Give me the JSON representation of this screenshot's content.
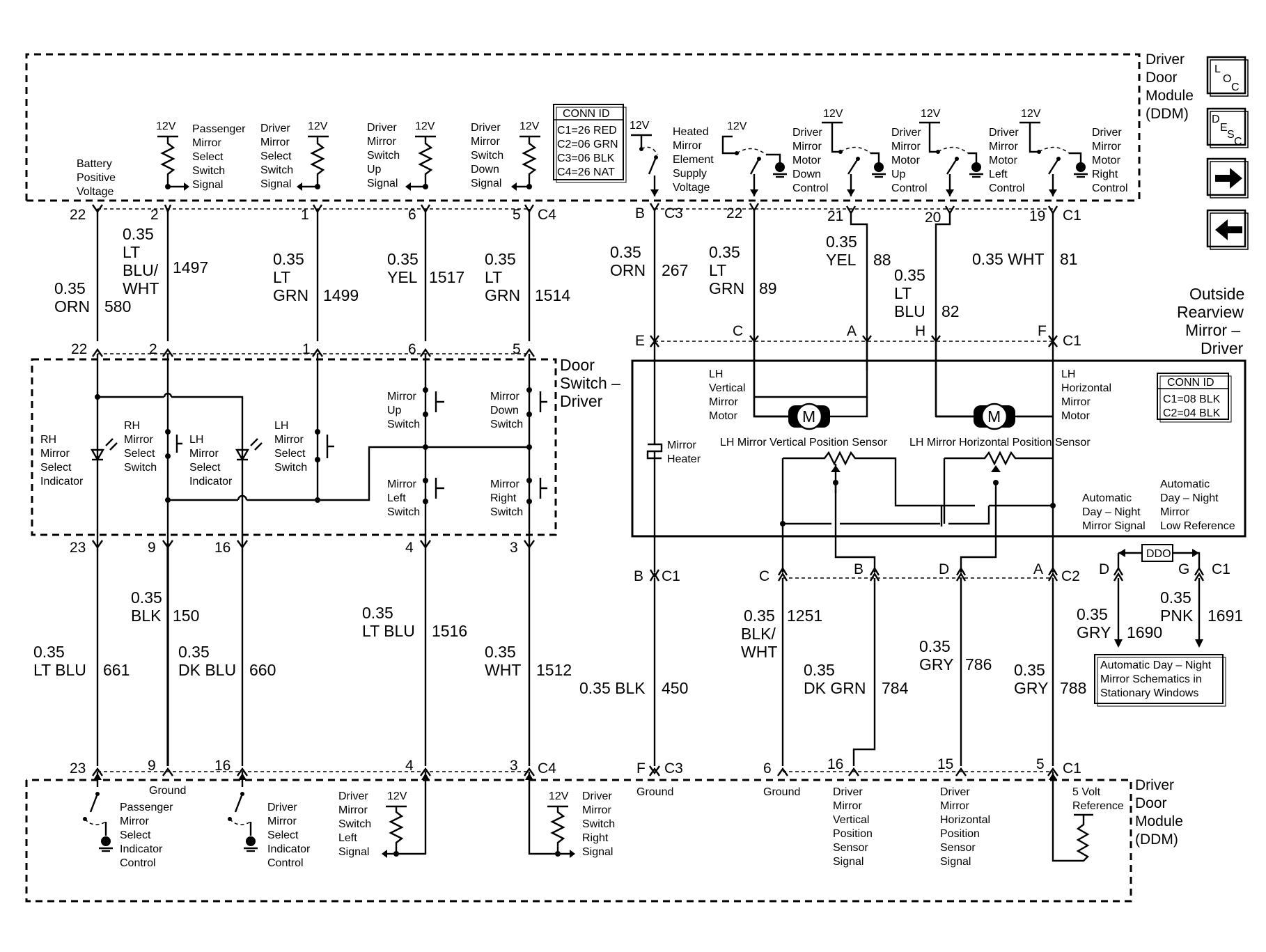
{
  "ddm_top": {
    "title": [
      "Driver",
      "Door",
      "Module",
      "(DDM)"
    ]
  },
  "ddm_bottom": {
    "title": [
      "Driver",
      "Door",
      "Module",
      "(DDM)"
    ]
  },
  "nav": {
    "loc": [
      "L",
      "O",
      "C"
    ],
    "desc": [
      "D",
      "E",
      "S",
      "C"
    ]
  },
  "conn_ddm": {
    "title": "CONN ID",
    "rows": [
      "C1=26 RED",
      "C2=06 GRN",
      "C3=06 BLK",
      "C4=26 NAT"
    ]
  },
  "conn_mirror": {
    "title": "CONN ID",
    "rows": [
      "C1=08 BLK",
      "C2=04 BLK"
    ]
  },
  "top_labels": {
    "battery": [
      "Battery",
      "Positive",
      "Voltage"
    ],
    "pass_select": [
      "Passenger",
      "Mirror",
      "Select",
      "Switch",
      "Signal"
    ],
    "drv_select": [
      "Driver",
      "Mirror",
      "Select",
      "Switch",
      "Signal"
    ],
    "switch_up": [
      "Driver",
      "Mirror",
      "Switch",
      "Up",
      "Signal"
    ],
    "switch_down": [
      "Driver",
      "Mirror",
      "Switch",
      "Down",
      "Signal"
    ],
    "heated": [
      "Heated",
      "Mirror",
      "Element",
      "Supply",
      "Voltage"
    ],
    "motor_down": [
      "Driver",
      "Mirror",
      "Motor",
      "Down",
      "Control"
    ],
    "motor_up": [
      "Driver",
      "Mirror",
      "Motor",
      "Up",
      "Control"
    ],
    "motor_left": [
      "Driver",
      "Mirror",
      "Motor",
      "Left",
      "Control"
    ],
    "motor_right": [
      "Driver",
      "Mirror",
      "Motor",
      "Right",
      "Control"
    ],
    "v12": "12V"
  },
  "top_pins": {
    "p22": "22",
    "p2": "2",
    "p1": "1",
    "p6": "6",
    "p5": "5",
    "c4": "C4",
    "pB": "B",
    "c3": "C3",
    "q22": "22",
    "q21": "21",
    "q20": "20",
    "q19": "19",
    "c1": "C1"
  },
  "wires_top": {
    "w580": [
      "0.35",
      "ORN",
      "580"
    ],
    "w1497": [
      "0.35",
      "LT",
      "BLU/",
      "WHT",
      "1497"
    ],
    "w1499": [
      "0.35",
      "LT",
      "GRN",
      "1499"
    ],
    "w1517": [
      "0.35",
      "YEL",
      "1517"
    ],
    "w1514": [
      "0.35",
      "LT",
      "GRN",
      "1514"
    ],
    "w267": [
      "0.35",
      "ORN",
      "267"
    ],
    "w89": [
      "0.35",
      "LT",
      "GRN",
      "89"
    ],
    "w88": [
      "0.35",
      "YEL",
      "88"
    ],
    "w82": [
      "0.35",
      "LT",
      "BLU",
      "82"
    ],
    "w81": [
      "0.35 WHT",
      "81"
    ]
  },
  "door_switch": {
    "title": [
      "Door",
      "Switch –",
      "Driver"
    ],
    "pins_top": [
      "22",
      "2",
      "1",
      "6",
      "5"
    ],
    "pins_bottom": [
      "23",
      "9",
      "16",
      "4",
      "3"
    ],
    "rh_indicator": [
      "RH",
      "Mirror",
      "Select",
      "Indicator"
    ],
    "rh_select": [
      "RH",
      "Mirror",
      "Select",
      "Switch"
    ],
    "lh_indicator": [
      "LH",
      "Mirror",
      "Select",
      "Indicator"
    ],
    "lh_select": [
      "LH",
      "Mirror",
      "Select",
      "Switch"
    ],
    "up": [
      "Mirror",
      "Up",
      "Switch"
    ],
    "down": [
      "Mirror",
      "Down",
      "Switch"
    ],
    "left": [
      "Mirror",
      "Left",
      "Switch"
    ],
    "right": [
      "Mirror",
      "Right",
      "Switch"
    ]
  },
  "mirror": {
    "title": [
      "Outside",
      "Rearview",
      "Mirror –",
      "Driver"
    ],
    "pins_top": [
      "E",
      "C",
      "A",
      "H",
      "F",
      "C1"
    ],
    "v_motor": [
      "LH",
      "Vertical",
      "Mirror",
      "Motor"
    ],
    "h_motor": [
      "LH",
      "Horizontal",
      "Mirror",
      "Motor"
    ],
    "motor_symbol": "M",
    "v_sensor": "LH Mirror Vertical Position Sensor",
    "h_sensor": "LH Mirror Horizontal Position Sensor",
    "heater": [
      "Mirror",
      "Heater"
    ],
    "auto_signal": [
      "Automatic",
      "Day – Night",
      "Mirror Signal"
    ],
    "auto_low": [
      "Automatic",
      "Day – Night",
      "Mirror",
      "Low Reference"
    ],
    "pins_bottom": {
      "b": "B",
      "c1": "C1",
      "c": "C",
      "bb": "B",
      "d": "D",
      "a": "A",
      "c2": "C2",
      "d2": "D",
      "g": "G",
      "c1b": "C1"
    },
    "ddo": "DDO"
  },
  "wires_bottom": {
    "w661": [
      "0.35",
      "LT BLU",
      "661"
    ],
    "w150": [
      "0.35",
      "BLK",
      "150"
    ],
    "w660": [
      "0.35",
      "DK BLU",
      "660"
    ],
    "w1516": [
      "0.35",
      "LT BLU",
      "1516"
    ],
    "w1512": [
      "0.35",
      "WHT",
      "1512"
    ],
    "w450": [
      "0.35 BLK",
      "450"
    ],
    "w1251": [
      "0.35",
      "BLK/",
      "WHT",
      "1251"
    ],
    "w784": [
      "0.35",
      "DK GRN",
      "784"
    ],
    "w786": [
      "0.35",
      "GRY",
      "786"
    ],
    "w788": [
      "0.35",
      "GRY",
      "788"
    ],
    "w1690": [
      "0.35",
      "GRY",
      "1690"
    ],
    "w1691": [
      "0.35",
      "PNK",
      "1691"
    ]
  },
  "auto_box": [
    "Automatic Day – Night",
    "Mirror Schematics in",
    "Stationary Windows"
  ],
  "bottom_pins": {
    "p23": "23",
    "p9": "9",
    "p16": "16",
    "p4": "4",
    "p3": "3",
    "c4": "C4",
    "pF": "F",
    "c3": "C3",
    "p6": "6",
    "q16": "16",
    "p15": "15",
    "p5": "5",
    "c1": "C1"
  },
  "bottom_labels": {
    "ground": "Ground",
    "pass_ind": [
      "Passenger",
      "Mirror",
      "Select",
      "Indicator",
      "Control"
    ],
    "drv_ind": [
      "Driver",
      "Mirror",
      "Select",
      "Indicator",
      "Control"
    ],
    "sw_left": [
      "Driver",
      "Mirror",
      "Switch",
      "Left",
      "Signal"
    ],
    "sw_right": [
      "Driver",
      "Mirror",
      "Switch",
      "Right",
      "Signal"
    ],
    "v_pos": [
      "Driver",
      "Mirror",
      "Vertical",
      "Position",
      "Sensor",
      "Signal"
    ],
    "h_pos": [
      "Driver",
      "Mirror",
      "Horizontal",
      "Position",
      "Sensor",
      "Signal"
    ],
    "ref5v": [
      "5 Volt",
      "Reference"
    ],
    "v12": "12V"
  }
}
